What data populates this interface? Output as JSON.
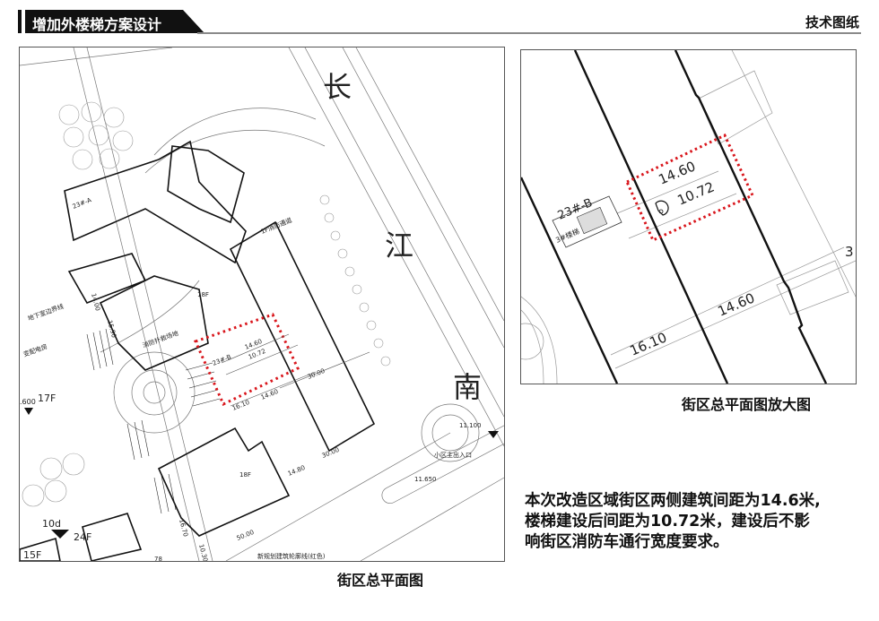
{
  "header": {
    "title": "增加外楼梯方案设计",
    "section": "技术图纸"
  },
  "site_plan": {
    "caption": "街区总平面图",
    "road_name_chars": [
      "长",
      "江",
      "南"
    ],
    "labels": {
      "gap_existing": "14.60",
      "gap_after": "10.72",
      "dim_16_10": "16.10",
      "dim_14_60_b": "14.60",
      "dim_30_00": "30.00",
      "dim_30_00_b": "30.00",
      "dim_50_00": "50.00",
      "dim_14_00": "14.00",
      "dim_15_90": "15.90",
      "dim_14_80": "14.80",
      "dim_16_70": "16.70",
      "dim_10_30": "10.30",
      "dim_78": "78",
      "building_23b": "23#-B",
      "building_23a": "23#-A",
      "floors_17f": "17F",
      "floors_18f": "18F",
      "floors_18f_b": "18F",
      "floors_24f": "24F",
      "floors_15f": "15F",
      "floors_10d": "10d",
      "elev_11_100": "11.100",
      "elev_11_650": "11.650",
      "elev_600": ".600",
      "entrance": "小区主出入口",
      "fire_lane": "消防扑救场地",
      "fire_lane_2": "1F消防通道",
      "underground": "地下室边界线",
      "power_room": "变配电房",
      "redline": "新规划建筑轮廓线(红色)"
    }
  },
  "zoom_plan": {
    "caption": "街区总平面图放大图",
    "labels": {
      "gap_existing": "14.60",
      "gap_after": "10.72",
      "building": "23#-B",
      "stair": "3#楼梯",
      "dim_14_60": "14.60",
      "dim_16_10": "16.10",
      "dim_partial": "3"
    }
  },
  "note": {
    "lines": [
      "本次改造区域街区两侧建筑间距为14.6米,",
      "楼梯建设后间距为10.72米，建设后不影",
      "响街区消防车通行宽度要求。"
    ]
  },
  "colors": {
    "highlight": "#d9161c",
    "header_bg": "#111111"
  }
}
